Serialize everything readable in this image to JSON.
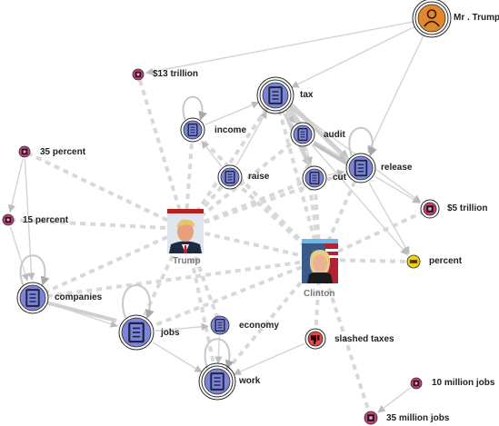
{
  "nodes": {
    "trump_person": {
      "label": "Mr . Trump",
      "icon": "person-icon",
      "color": "#e0882a"
    },
    "trillion13": {
      "label": "$13 trillion",
      "icon": "money-icon",
      "color": "#c2437e"
    },
    "tax": {
      "label": "tax",
      "icon": "document-icon",
      "color": "#7c84d6"
    },
    "income": {
      "label": "income",
      "icon": "document-icon",
      "color": "#7c84d6"
    },
    "audit": {
      "label": "audit",
      "icon": "document-icon",
      "color": "#7c84d6"
    },
    "release": {
      "label": "release",
      "icon": "document-icon",
      "color": "#7c84d6"
    },
    "cut": {
      "label": "cut",
      "icon": "document-icon",
      "color": "#7c84d6"
    },
    "raise": {
      "label": "raise",
      "icon": "document-icon",
      "color": "#7c84d6"
    },
    "pct35": {
      "label": "35 percent",
      "icon": "money-icon",
      "color": "#c2437e"
    },
    "pct15": {
      "label": "15 percent",
      "icon": "money-icon",
      "color": "#c2437e"
    },
    "trillion5": {
      "label": "$5 trillion",
      "icon": "money-icon",
      "color": "#c2437e"
    },
    "percent": {
      "label": "percent",
      "icon": "percent-icon",
      "color": "#f2cd1c"
    },
    "companies": {
      "label": "companies",
      "icon": "document-icon",
      "color": "#7c84d6"
    },
    "jobs": {
      "label": "jobs",
      "icon": "document-icon",
      "color": "#7c84d6"
    },
    "economy": {
      "label": "economy",
      "icon": "document-icon",
      "color": "#7c84d6"
    },
    "slashed": {
      "label": "slashed taxes",
      "icon": "thumbs-down-icon",
      "color": "#e04a4a"
    },
    "work": {
      "label": "work",
      "icon": "document-icon",
      "color": "#7c84d6"
    },
    "million10": {
      "label": "10 million jobs",
      "icon": "money-icon",
      "color": "#c2437e"
    },
    "million35": {
      "label": "35 million jobs",
      "icon": "money-icon",
      "color": "#c2437e"
    }
  },
  "candidates": {
    "trump": {
      "label": "Trump",
      "bar_color": "#b52025"
    },
    "clinton": {
      "label": "Clinton",
      "bar_color": "#6fb8e8"
    }
  },
  "edges": {
    "trump": [
      "tax",
      "income",
      "raise",
      "audit",
      "cut",
      "release",
      "companies",
      "jobs",
      "work",
      "pct15",
      "pct35",
      "trillion13",
      "clinton",
      "economy"
    ],
    "clinton": [
      "tax",
      "cut",
      "audit",
      "release",
      "raise",
      "jobs",
      "work",
      "companies",
      "percent",
      "trillion5",
      "slashed",
      "million35",
      "income"
    ],
    "directed": [
      [
        "trump_person",
        "tax"
      ],
      [
        "trump_person",
        "release"
      ],
      [
        "trump_person",
        "trillion13"
      ],
      [
        "income",
        "tax"
      ],
      [
        "raise",
        "tax"
      ],
      [
        "tax",
        "audit"
      ],
      [
        "tax",
        "cut"
      ],
      [
        "tax",
        "release"
      ],
      [
        "audit",
        "release"
      ],
      [
        "cut",
        "release"
      ],
      [
        "audit",
        "cut"
      ],
      [
        "raise",
        "income"
      ],
      [
        "pct35",
        "pct15"
      ],
      [
        "pct15",
        "companies"
      ],
      [
        "pct35",
        "companies"
      ],
      [
        "companies",
        "jobs"
      ],
      [
        "jobs",
        "work"
      ],
      [
        "economy",
        "work"
      ],
      [
        "jobs",
        "economy"
      ],
      [
        "million10",
        "million35"
      ],
      [
        "release",
        "trillion5"
      ],
      [
        "release",
        "percent"
      ],
      [
        "audit",
        "percent"
      ],
      [
        "tax",
        "trillion5"
      ],
      [
        "slashed",
        "work"
      ]
    ],
    "self_loops": [
      "income",
      "release",
      "companies",
      "jobs",
      "work"
    ]
  }
}
